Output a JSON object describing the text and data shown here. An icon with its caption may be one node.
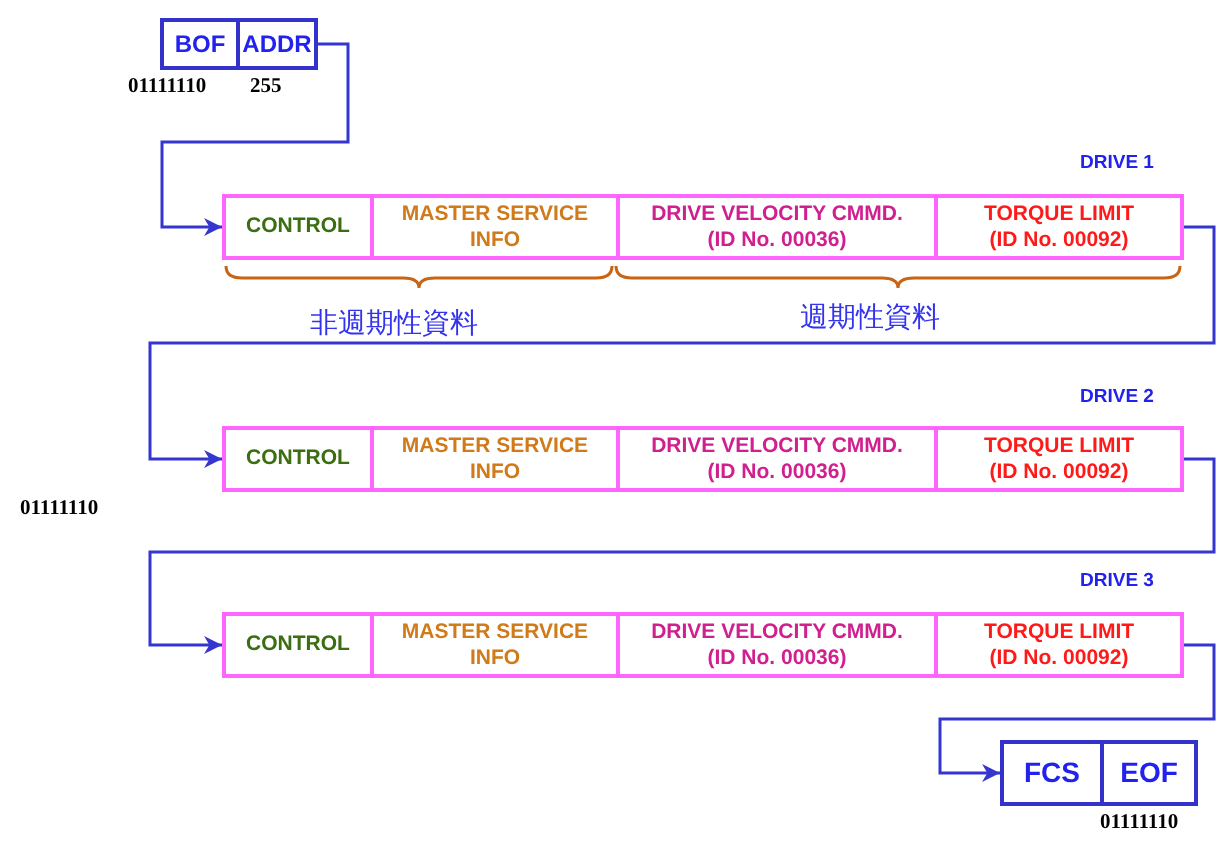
{
  "diagram": {
    "nodes": [
      {
        "text": [],
        "shape": "box"
      },
      {
        "text": [
          "BOF"
        ],
        "in": 0,
        "beside": [
          "01111110"
        ]
      },
      {
        "text": [
          "ADDR"
        ],
        "in": 0,
        "beside": [
          "255"
        ]
      },
      {
        "text": [],
        "shape": "box",
        "beside": [
          "DRIVE 1"
        ]
      },
      {
        "text": [
          "CONTROL"
        ],
        "in": 3
      },
      {
        "text": [
          "MASTER SERVICE INFO"
        ],
        "in": 3
      },
      {
        "text": [
          "DRIVE VELOCITY CMMD. (ID No. 00036)"
        ],
        "in": 3
      },
      {
        "text": [
          "TORQUE LIMIT (ID No. 00092)"
        ],
        "in": 3
      },
      {
        "text": [],
        "shape": "box",
        "beside": [
          "DRIVE 2"
        ]
      },
      {
        "text": [
          "CONTROL"
        ],
        "in": 8
      },
      {
        "text": [
          "MASTER SERVICE INFO"
        ],
        "in": 8
      },
      {
        "text": [
          "DRIVE VELOCITY CMMD. (ID No. 00036)"
        ],
        "in": 8
      },
      {
        "text": [
          "TORQUE LIMIT (ID No. 00092)"
        ],
        "in": 8
      },
      {
        "text": [],
        "shape": "box",
        "beside": [
          "DRIVE 3"
        ]
      },
      {
        "text": [
          "CONTROL"
        ],
        "in": 13
      },
      {
        "text": [
          "MASTER SERVICE INFO"
        ],
        "in": 13
      },
      {
        "text": [
          "DRIVE VELOCITY CMMD. (ID No. 00036)"
        ],
        "in": 13
      },
      {
        "text": [
          "TORQUE LIMIT (ID No. 00092)"
        ],
        "in": 13
      },
      {
        "text": [],
        "shape": "box"
      },
      {
        "text": [
          "FCS"
        ],
        "in": 18
      },
      {
        "text": [
          "EOF"
        ],
        "in": 18,
        "beside": [
          "01111110"
        ]
      }
    ],
    "edges": [
      {
        "from": 0,
        "to": 3,
        "arrow": "to"
      },
      {
        "from": 3,
        "to": 8,
        "arrow": "to"
      },
      {
        "from": 8,
        "to": 13,
        "arrow": "to"
      },
      {
        "from": 13,
        "to": 18,
        "arrow": "to"
      }
    ],
    "labels": [
      "非週期性資料",
      "週期性資料",
      "01111110"
    ]
  }
}
